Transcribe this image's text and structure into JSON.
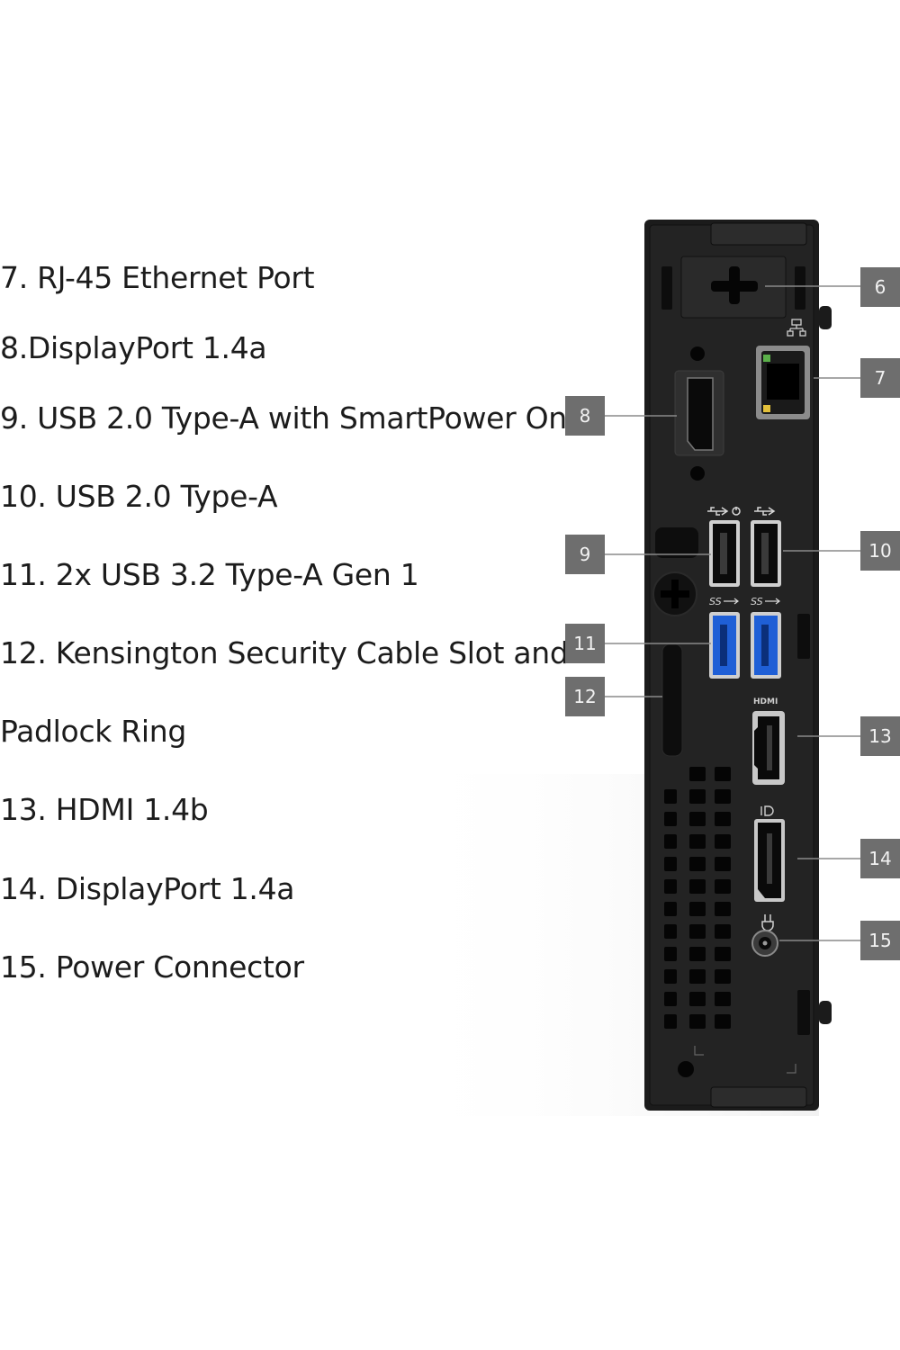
{
  "labels": [
    {
      "id": "7",
      "text": "7. RJ-45 Ethernet Port"
    },
    {
      "id": "8",
      "text": "8.DisplayPort 1.4a"
    },
    {
      "id": "9",
      "text": "9. USB 2.0 Type-A with SmartPower On"
    },
    {
      "id": "10",
      "text": "10. USB 2.0 Type-A"
    },
    {
      "id": "11",
      "text": "11. 2x USB 3.2 Type-A Gen 1"
    },
    {
      "id": "12a",
      "text": "12. Kensington Security Cable Slot and"
    },
    {
      "id": "12b",
      "text": "Padlock Ring"
    },
    {
      "id": "13",
      "text": "13. HDMI 1.4b"
    },
    {
      "id": "14",
      "text": "14. DisplayPort 1.4a"
    },
    {
      "id": "15",
      "text": "15. Power Connector"
    }
  ],
  "callouts": {
    "c6": "6",
    "c7": "7",
    "c8": "8",
    "c9": "9",
    "c10": "10",
    "c11": "11",
    "c12": "12",
    "c13": "13",
    "c14": "14",
    "c15": "15"
  },
  "port_marks": {
    "hdmi": "HDMI",
    "usb3a": "SS",
    "usb3b": "SS"
  },
  "colors": {
    "chassis": "#1b1b1b",
    "callout_bg": "#6e6e6e",
    "usb3_blue": "#1f5fd6",
    "leader": "#8a8a8a"
  }
}
